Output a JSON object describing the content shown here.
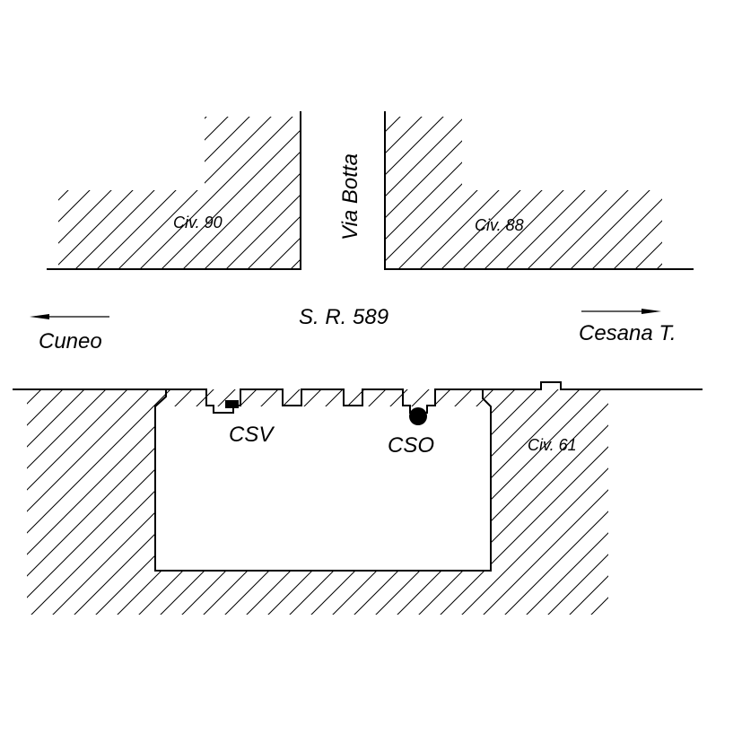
{
  "labels": {
    "street_side": "Via Botta",
    "road": "S. R. 589",
    "civ_90": "Civ. 90",
    "civ_88": "Civ. 88",
    "civ_61": "Civ. 61",
    "left_destination": "Cuneo",
    "right_destination": "Cesana T.",
    "csv": "CSV",
    "cso": "CSO"
  },
  "colors": {
    "ink": "#000000",
    "paper": "#ffffff"
  }
}
